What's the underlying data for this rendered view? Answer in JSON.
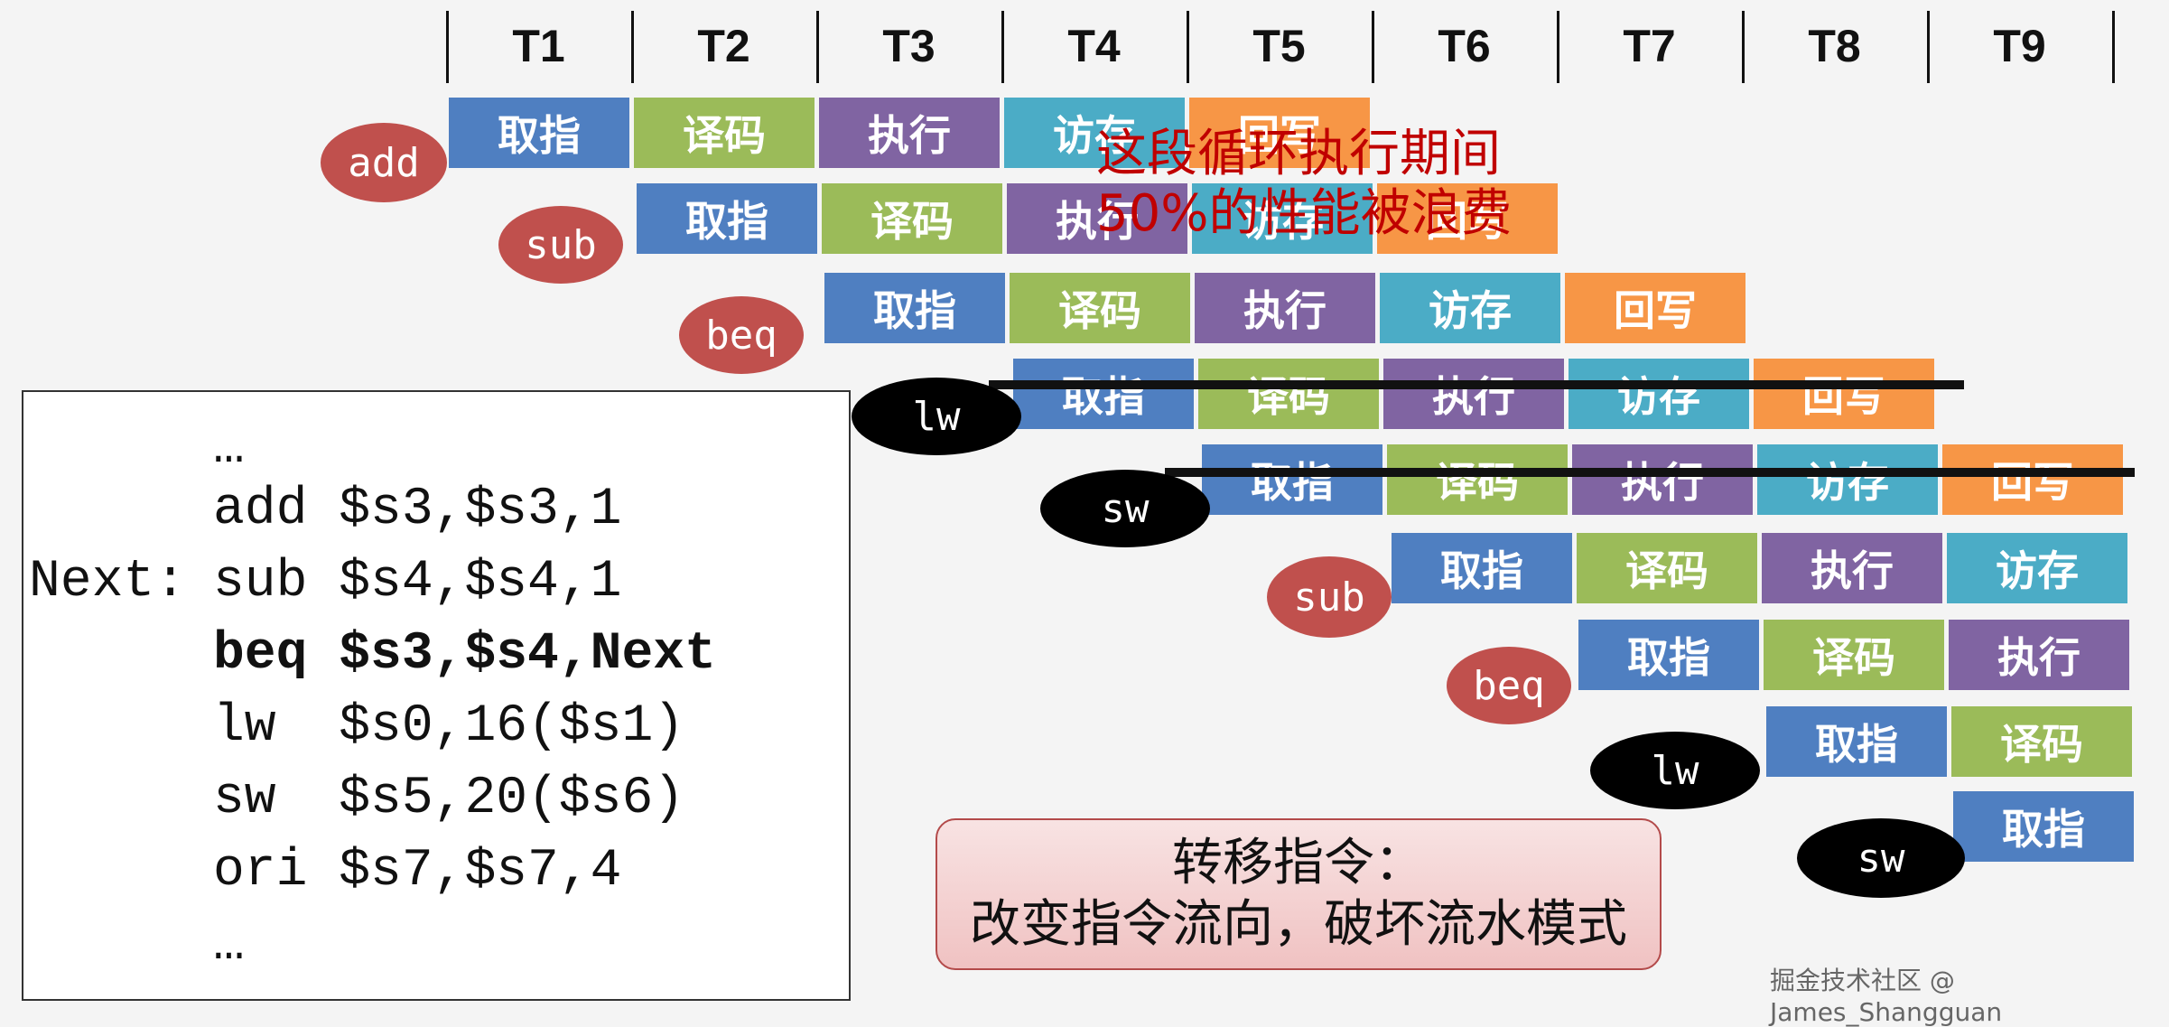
{
  "time_labels": [
    "T1",
    "T2",
    "T3",
    "T4",
    "T5",
    "T6",
    "T7",
    "T8",
    "T9"
  ],
  "stages": {
    "if": "取指",
    "id": "译码",
    "ex": "执行",
    "mem": "访存",
    "wb": "回写"
  },
  "instructions": [
    "add",
    "sub",
    "beq",
    "lw",
    "sw",
    "sub",
    "beq",
    "lw",
    "sw"
  ],
  "code": {
    "l0": "…",
    "l1": "add $s3,$s3,1",
    "l2_label": "Next:",
    "l2": "sub $s4,$s4,1",
    "l3": "beq $s3,$s4,Next",
    "l4": "lw  $s0,16($s1)",
    "l5": "sw  $s5,20($s6)",
    "l6": "ori $s7,$s7,4",
    "l7": "…"
  },
  "note": {
    "line1": "这段循环执行期间",
    "line2": "50%的性能被浪费"
  },
  "branch": {
    "line1": "转移指令：",
    "line2": "改变指令流向，破坏流水模式"
  },
  "watermark": "掘金技术社区 @ James_Shangguan",
  "colors": {
    "if": "#4f7fc1",
    "id": "#9bbb59",
    "ex": "#8064a2",
    "mem": "#4bacc6",
    "wb": "#f79646",
    "red": "#c0504d",
    "note": "#c00000"
  }
}
